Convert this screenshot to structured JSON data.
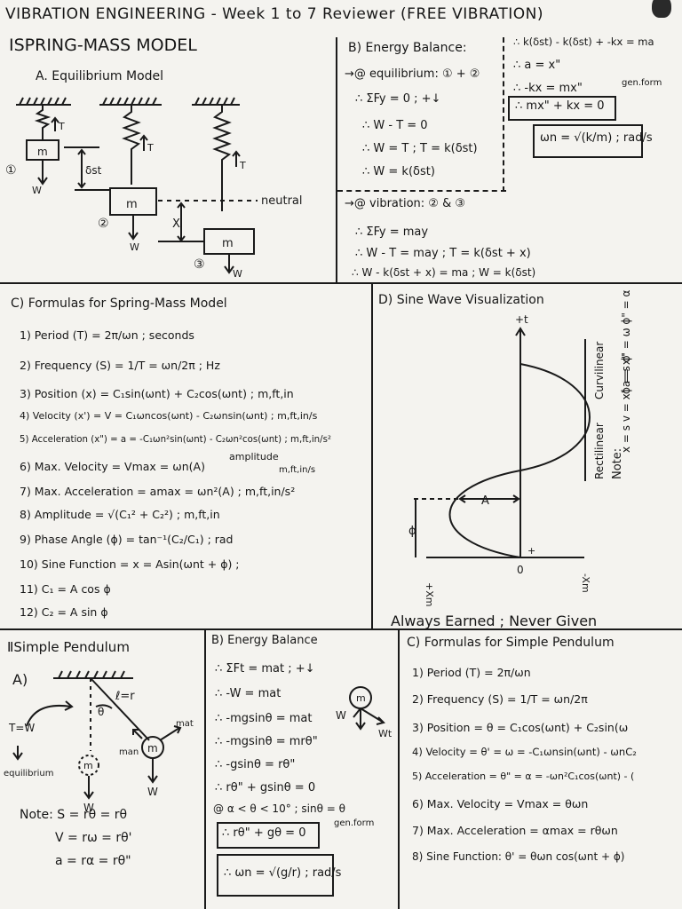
{
  "header": {
    "title": "VIBRATION ENGINEERING - Week 1 to 7 Reviewer (FREE VIBRATION)"
  },
  "spring_mass": {
    "heading": "ⅠSPRING-MASS MODEL",
    "sub_a": "A. Equilibrium Model",
    "labels": {
      "m1": "m",
      "m2": "m",
      "m3": "m",
      "n1": "①",
      "n2": "②",
      "n3": "③",
      "w": "W",
      "t": "T",
      "dst": "δst",
      "x": "X",
      "neutral": "neutral"
    },
    "energy_b": {
      "heading": "B) Energy Balance:",
      "equilibrium": "→@ equilibrium: ① + ②",
      "lines": [
        "∴ ΣFy = 0 ; +↓",
        "∴ W - T = 0",
        "∴ W = T ; T = k(δst)",
        "∴ W = k(δst)"
      ],
      "vibration": "→@ vibration: ② & ③",
      "vib_lines": [
        "∴ ΣFy = may",
        "∴ W - T = may ; T = k(δst + x)",
        "∴ W - k(δst + x) = ma ; W = k(δst)"
      ]
    },
    "right_col": {
      "l1": "∴ k(δst) - k(δst) + -kx = ma",
      "l2": "∴ a = x\"",
      "l3": "∴ -kx = mx\"",
      "gen_form": "gen.form",
      "boxed": "∴ mx\" + kx = 0",
      "wn": "ωn = √(k/m) ; rad/s"
    }
  },
  "formulas_spring": {
    "heading": "C) Formulas for Spring-Mass Model",
    "items": [
      "1) Period (T) = 2π/ωn ; seconds",
      "2) Frequency (S) = 1/T = ωn/2π ; Hz",
      "3) Position (x) = C₁sin(ωnt) + C₂cos(ωnt) ; m,ft,in",
      "4) Velocity (x') = V = C₁ωncos(ωnt) - C₂ωnsin(ωnt) ; m,ft,in/s",
      "5) Acceleration (x\") = a = -C₁ωn²sin(ωnt) - C₂ωn²cos(ωnt) ; m,ft,in/s²",
      "6) Max. Velocity = Vmax = ωn(A)",
      "7) Max. Acceleration = amax = ωn²(A) ; m,ft,in/s²",
      "8) Amplitude = √(C₁² + C₂²) ; m,ft,in",
      "9) Phase Angle (ϕ) = tan⁻¹(C₂/C₁) ; rad",
      "10) Sine Function = x = Asin(ωnt + ϕ) ;",
      "11) C₁ = A cos ϕ",
      "12) C₂ = A sin ϕ"
    ],
    "amplitude_note": "amplitude",
    "units_note": "m,ft,in/s"
  },
  "sine_wave": {
    "heading": "D) Sine Wave Visualization",
    "t_label": "+t",
    "a_label": "A",
    "phi_label": "ϕ",
    "xm_left": "+Xm",
    "zero": "0",
    "xm_right": "-Xm",
    "plus": "+",
    "note": "Note:",
    "rect_label": "Rectilinear",
    "rect_lines": "x = s   v = x'   a = x\"",
    "curv_label": "Curvilinear",
    "curv_lines": "ϕ = s   ϕ' = ω   ϕ\" = α"
  },
  "motto": "Always Earned ; Never Given",
  "pendulum": {
    "heading": "ⅡSimple Pendulum",
    "a": "A)",
    "l_eq_r": "ℓ=r",
    "theta": "θ",
    "m": "m",
    "man": "man",
    "mat": "mat",
    "t_eq_w": "T=W",
    "equilibrium": "equilibrium",
    "w": "W",
    "note": "Note: S = rθ = rθ",
    "v": "V = rω = rθ'",
    "acc": "a = rα = rθ\"",
    "energy": {
      "heading": "B) Energy Balance",
      "lines": [
        "∴ ΣFt = mat ; +↓",
        "∴ -W = mat",
        "∴ -mgsinθ = mat",
        "∴ -mgsinθ = mrθ\"",
        "∴ -gsinθ = rθ\"",
        "∴ rθ\" + gsinθ = 0",
        "@ α < θ < 10° ; sinθ = θ"
      ],
      "boxed": "∴ rθ\" + gθ = 0",
      "gen_form": "gen.form",
      "wn": "∴ ωn = √(g/r) ; rad/s",
      "fbd_w": "W",
      "fbd_wt": "Wt",
      "fbd_m": "m"
    },
    "formulas": {
      "heading": "C) Formulas for Simple Pendulum",
      "items": [
        "1) Period (T) = 2π/ωn",
        "2) Frequency (S) = 1/T = ωn/2π",
        "3) Position = θ = C₁cos(ωnt) + C₂sin(ω",
        "4) Velocity = θ' = ω = -C₁ωnsin(ωnt) - ωnC₂",
        "5) Acceleration = θ\" = α = -ωn²C₁cos(ωnt) - (",
        "6) Max. Velocity = Vmax = θωn",
        "7) Max. Acceleration = αmax = rθωn",
        "8) Sine Function: θ' = θωn cos(ωnt + ϕ)"
      ]
    }
  }
}
